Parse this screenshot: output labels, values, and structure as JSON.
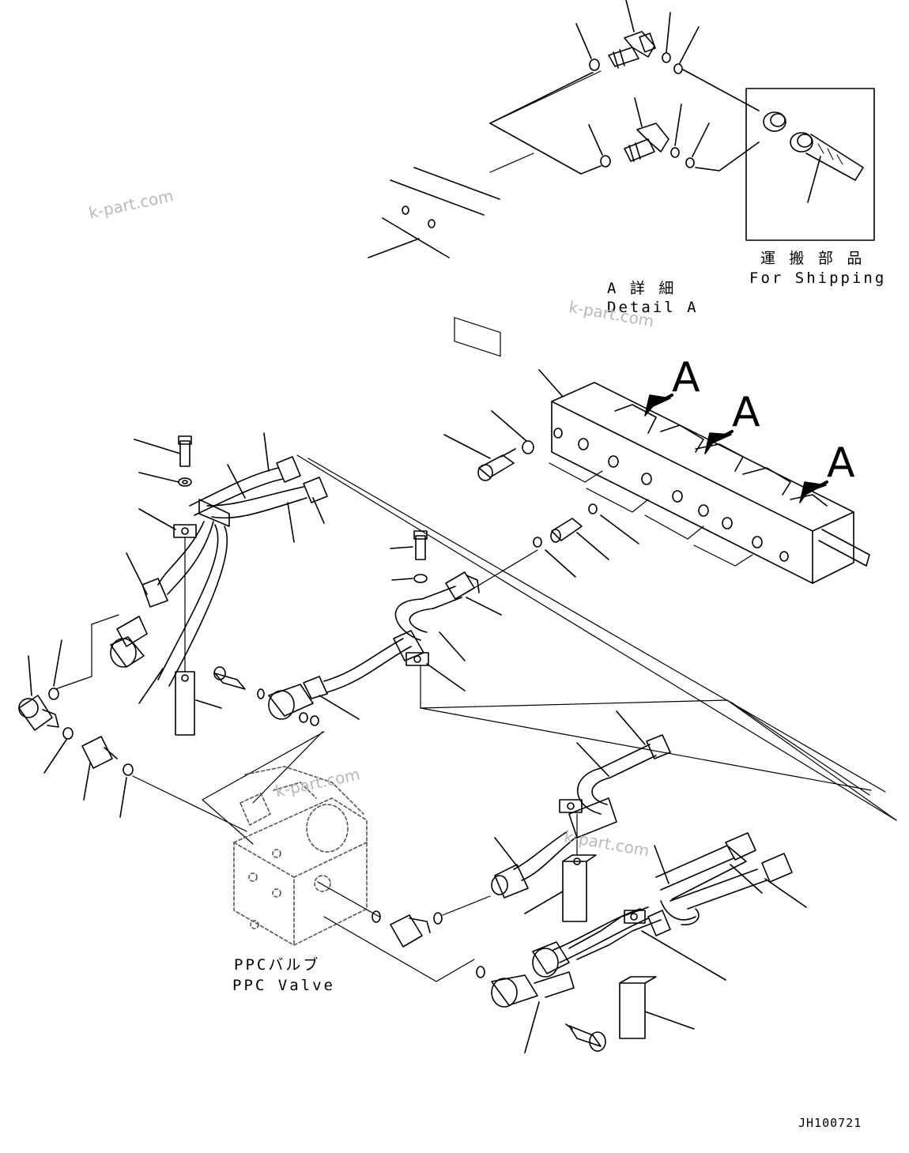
{
  "watermark": "k-part.com",
  "detail_a": {
    "title_jp": "A 詳 細",
    "title_en": "Detail A"
  },
  "shipping": {
    "label_jp": "運 搬 部 品",
    "label_en": "For Shipping"
  },
  "detail_markers": [
    "A",
    "A",
    "A"
  ],
  "ppc_valve": {
    "label_jp": "PPCバルブ",
    "label_en": "PPC Valve"
  },
  "drawing_code": "JH100721",
  "colors": {
    "line": "#000000",
    "watermark": "#b9b9b9",
    "dashed": "#777777"
  }
}
